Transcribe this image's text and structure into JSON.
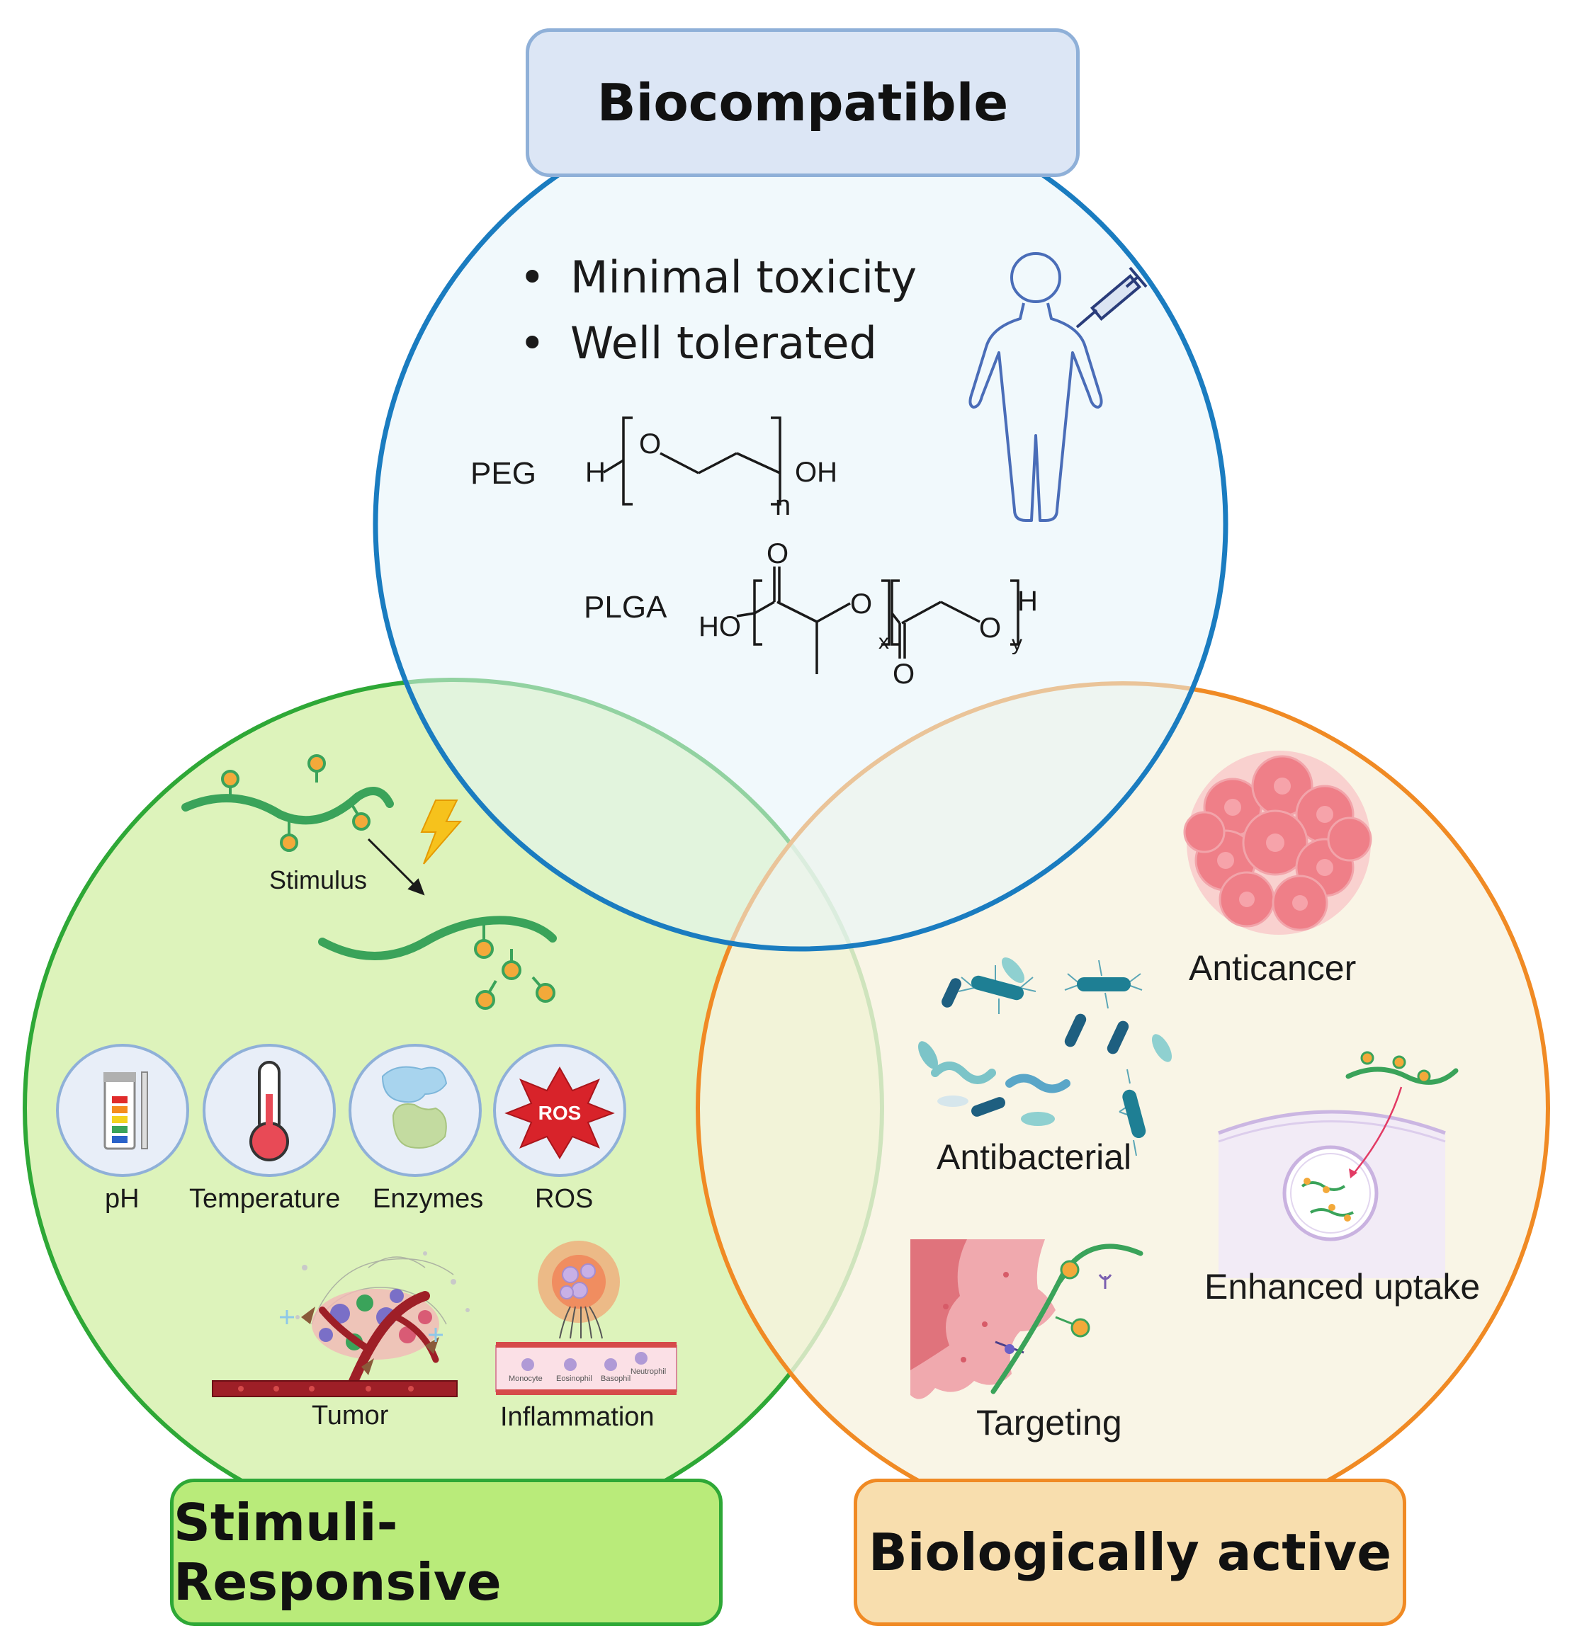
{
  "titles": {
    "top": "Biocompatible",
    "left": "Stimuli-Responsive",
    "right": "Biologically active"
  },
  "biocompatible": {
    "bullets": [
      "Minimal toxicity",
      "Well tolerated"
    ],
    "peg_label": "PEG",
    "plga_label": "PLGA",
    "peg_atoms": {
      "h": "H",
      "o": "O",
      "oh": "OH",
      "n": "n"
    },
    "plga_atoms": {
      "ho": "HO",
      "o1": "O",
      "x": "x",
      "o_top": "O",
      "o_bottom": "O",
      "o2": "O",
      "y": "y",
      "h": "H"
    }
  },
  "stimuli": {
    "stimulus_label": "Stimulus",
    "triggers": [
      "pH",
      "Temperature",
      "Enzymes",
      "ROS"
    ],
    "ros_badge": "ROS",
    "sites": [
      "Tumor",
      "Inflammation"
    ],
    "cell_labels": [
      "Monocyte",
      "Eosinophil",
      "Basophil",
      "Neutrophil"
    ]
  },
  "bioactive": {
    "anticancer": "Anticancer",
    "antibacterial": "Antibacterial",
    "enhanced_uptake": "Enhanced uptake",
    "targeting": "Targeting"
  },
  "colors": {
    "top_circle_stroke": "#1a7cc0",
    "top_circle_fill": "#e6f4f9",
    "left_circle_stroke": "#2ea836",
    "left_circle_fill": "#d9f2b4",
    "right_circle_stroke": "#f08a24",
    "right_circle_fill": "#f7f3e0",
    "top_box_fill": "#dce6f5",
    "left_box_fill": "#b9eb7a",
    "right_box_fill": "#f8deae",
    "bead": "#f3a93a",
    "polymer": "#3aa35a"
  }
}
